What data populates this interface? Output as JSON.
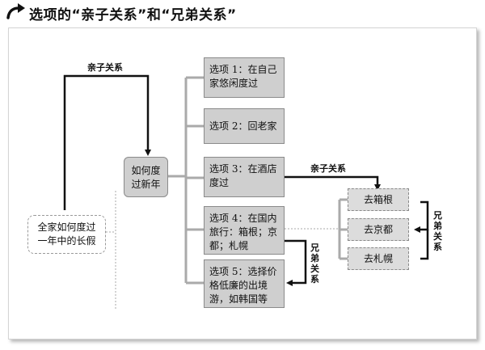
{
  "header": {
    "title": "选项的“亲子关系”和“兄弟关系”"
  },
  "nodes": {
    "root": "全家如何度过一年中的长假",
    "center": "如何度过新年",
    "option1": "选项 1：在自己家悠闲度过",
    "option2": "选项 2：回老家",
    "option3": "选项 3：在酒店度过",
    "option4": "选项 4：在国内旅行：箱根；京都；札幌",
    "option5": "选项 5：选择价格低廉的出境游，如韩国等",
    "dest1": "去箱根",
    "dest2": "去京都",
    "dest3": "去札幌"
  },
  "labels": {
    "parent_child_top": "亲子关系",
    "parent_child_mid": "亲子关系",
    "sibling_right": "兄弟关系",
    "sibling_mid": "兄弟关系"
  },
  "colors": {
    "box_fill": "#cfcfcf",
    "dest_fill": "#dcdcdc",
    "border": "#8a8a8a",
    "arrow": "#111111"
  },
  "icons": {
    "header": "curved-arrow-icon"
  }
}
